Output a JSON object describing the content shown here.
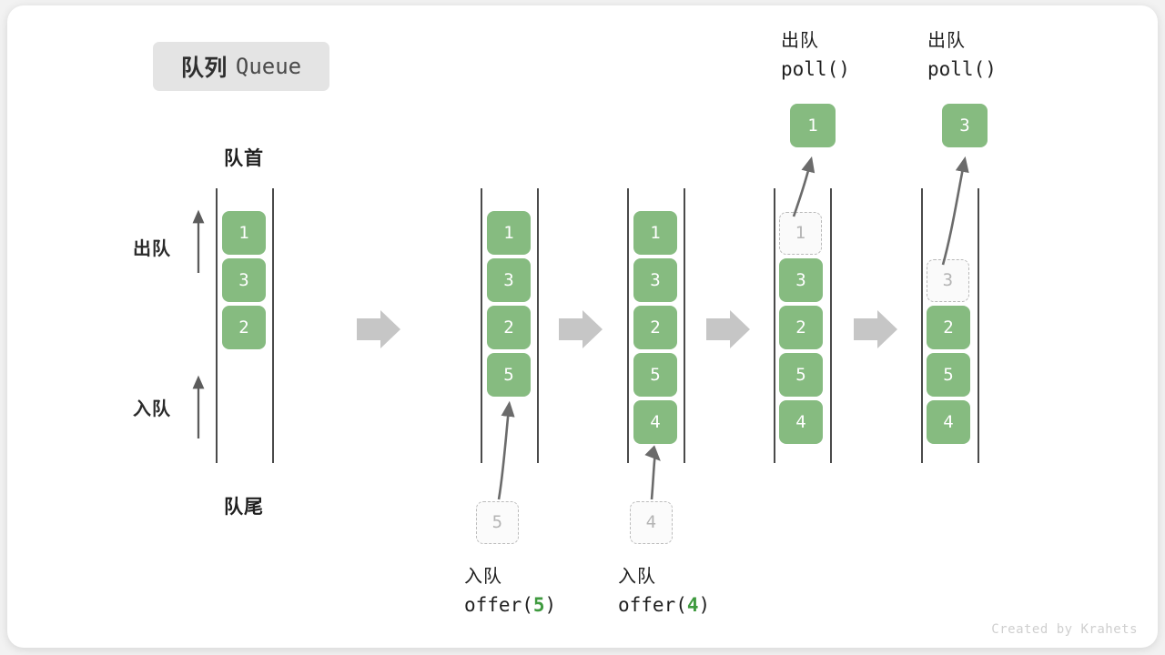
{
  "title": {
    "cn": "队列",
    "en": "Queue"
  },
  "captions": {
    "head": "队首",
    "tail": "队尾"
  },
  "side_ops": {
    "dequeue": "出队",
    "enqueue": "入队"
  },
  "footer": "Created by Krahets",
  "colors": {
    "cell_fill": "#86bb80",
    "cell_text": "#ffffff",
    "ghost_border": "#bdbdbd",
    "ghost_text": "#b4b4b4",
    "rail": "#4a4a4a",
    "flow_arrow": "#c6c6c6",
    "badge_bg": "#e4e4e4",
    "accent_green": "#3f9a3f",
    "card_bg": "#ffffff",
    "page_bg": "#f2f2f2"
  },
  "columns": [
    {
      "id": "state-initial",
      "cells": [
        {
          "value": "1",
          "state": "solid"
        },
        {
          "value": "3",
          "state": "solid"
        },
        {
          "value": "2",
          "state": "solid"
        }
      ]
    },
    {
      "id": "state-after-offer-5",
      "cells": [
        {
          "value": "1",
          "state": "solid"
        },
        {
          "value": "3",
          "state": "solid"
        },
        {
          "value": "2",
          "state": "solid"
        },
        {
          "value": "5",
          "state": "solid"
        }
      ],
      "incoming": {
        "value": "5"
      },
      "caption": {
        "line1": "入队",
        "fn_pre": "offer(",
        "fn_num": "5",
        "fn_post": ")"
      }
    },
    {
      "id": "state-after-offer-4",
      "cells": [
        {
          "value": "1",
          "state": "solid"
        },
        {
          "value": "3",
          "state": "solid"
        },
        {
          "value": "2",
          "state": "solid"
        },
        {
          "value": "5",
          "state": "solid"
        },
        {
          "value": "4",
          "state": "solid"
        }
      ],
      "incoming": {
        "value": "4"
      },
      "caption": {
        "line1": "入队",
        "fn_pre": "offer(",
        "fn_num": "4",
        "fn_post": ")"
      }
    },
    {
      "id": "state-after-poll-1",
      "cells": [
        {
          "value": "1",
          "state": "ghost"
        },
        {
          "value": "3",
          "state": "solid"
        },
        {
          "value": "2",
          "state": "solid"
        },
        {
          "value": "5",
          "state": "solid"
        },
        {
          "value": "4",
          "state": "solid"
        }
      ],
      "popped": {
        "value": "1"
      },
      "caption_top": {
        "line1": "出队",
        "line2": "poll()"
      }
    },
    {
      "id": "state-after-poll-3",
      "cells": [
        {
          "value": "",
          "state": "empty"
        },
        {
          "value": "3",
          "state": "ghost"
        },
        {
          "value": "2",
          "state": "solid"
        },
        {
          "value": "5",
          "state": "solid"
        },
        {
          "value": "4",
          "state": "solid"
        }
      ],
      "popped": {
        "value": "3"
      },
      "caption_top": {
        "line1": "出队",
        "line2": "poll()"
      }
    }
  ]
}
